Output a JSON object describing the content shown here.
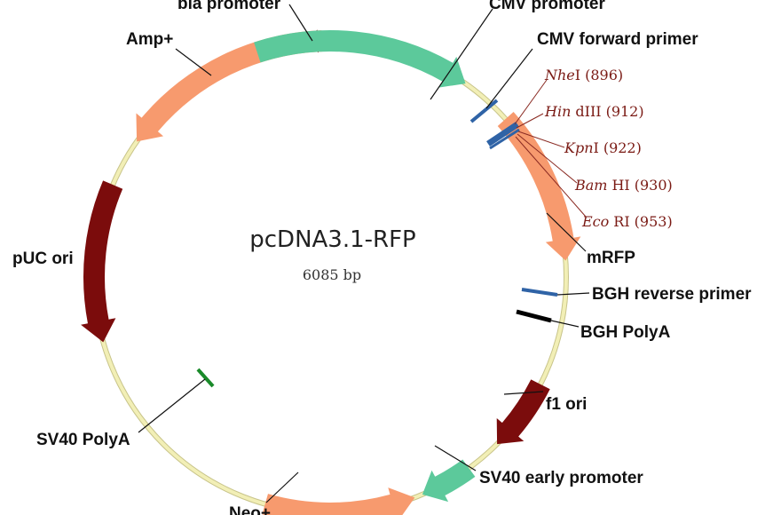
{
  "plasmid": {
    "name": "pcDNA3.1-RFP",
    "size": "6085 bp"
  },
  "labels": {
    "bla_promoter": "bla promoter",
    "amp": "Amp+",
    "cmv_promoter": "CMV promoter",
    "cmv_forward_primer": "CMV forward primer",
    "mrfp": "mRFP",
    "bgh_reverse_primer": "BGH reverse primer",
    "bgh_polya": "BGH PolyA",
    "f1_ori": "f1 ori",
    "sv40_early_promoter": "SV40 early promoter",
    "neo": "Neo+",
    "sv40_polya": "SV40 PolyA",
    "puc_ori": "pUC ori"
  },
  "sites": [
    {
      "enzyme": "Nhe",
      "suffix": "I",
      "position": "(896)"
    },
    {
      "enzyme": "Hin",
      "suffix": "dIII",
      "position": "(912)"
    },
    {
      "enzyme": "Kpn",
      "suffix": "I",
      "position": "(922)"
    },
    {
      "enzyme": "Bam",
      "suffix": "HI",
      "position": "(930)"
    },
    {
      "enzyme": "Eco",
      "suffix": "RI",
      "position": "(953)"
    }
  ],
  "colors": {
    "backbone": "#f2efb6",
    "backbone_edge": "#c8c48a",
    "orange": "#f79a6e",
    "green": "#5cc99b",
    "darkred": "#7b0c0c",
    "blue": "#2f63a6",
    "black": "#000000",
    "sv40_mark": "#1a8a2a"
  }
}
